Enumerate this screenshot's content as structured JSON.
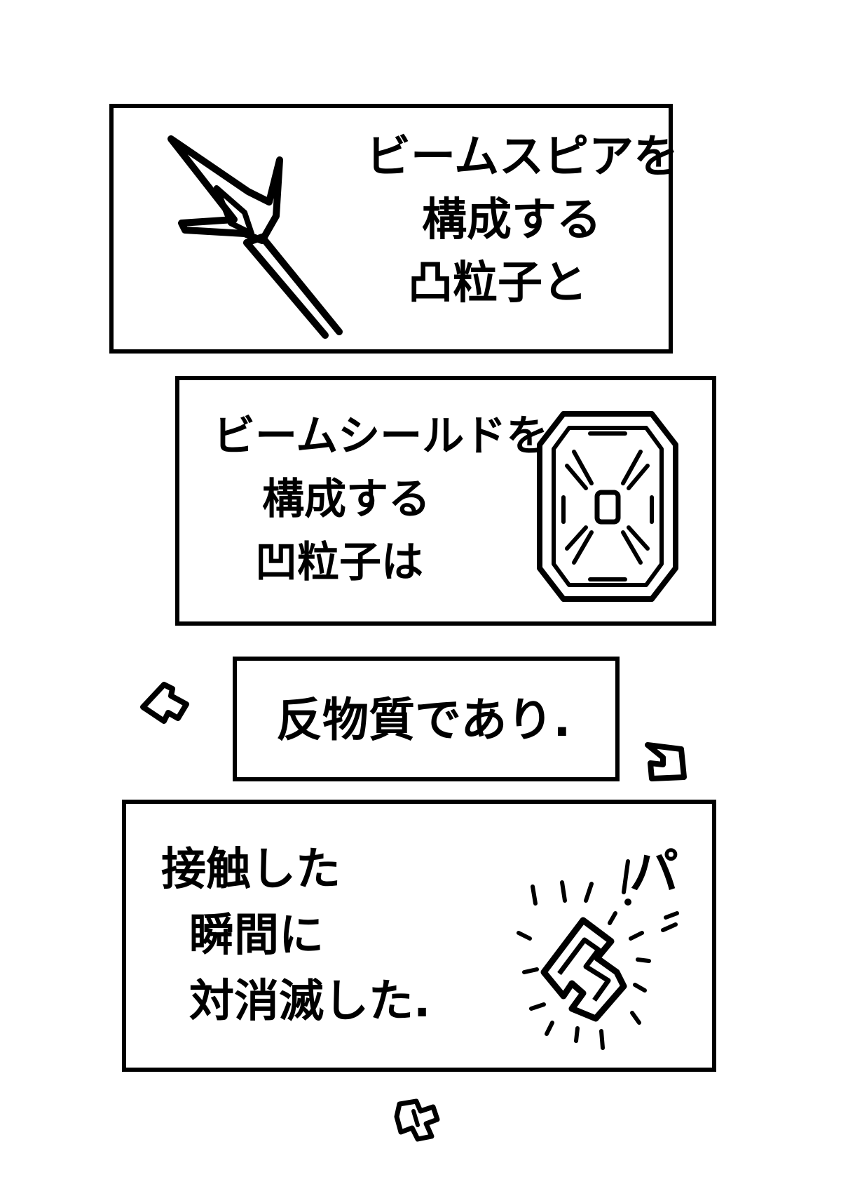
{
  "panels": {
    "panel1": {
      "lines": [
        "ビームスピアを",
        "構成する",
        "凸粒子と"
      ],
      "art_icon": "beam-spear-icon"
    },
    "panel2": {
      "lines": [
        "ビームシールドを",
        "構成する",
        "凹粒子は"
      ],
      "art_icon": "beam-shield-icon"
    },
    "panel3": {
      "lines": [
        "反物質であり."
      ]
    },
    "panel4": {
      "lines": [
        "接触した",
        "瞬間に",
        "対消滅した."
      ],
      "sound_effect": "パ"
    }
  },
  "colors": {
    "ink": "#000000",
    "paper": "#ffffff"
  }
}
